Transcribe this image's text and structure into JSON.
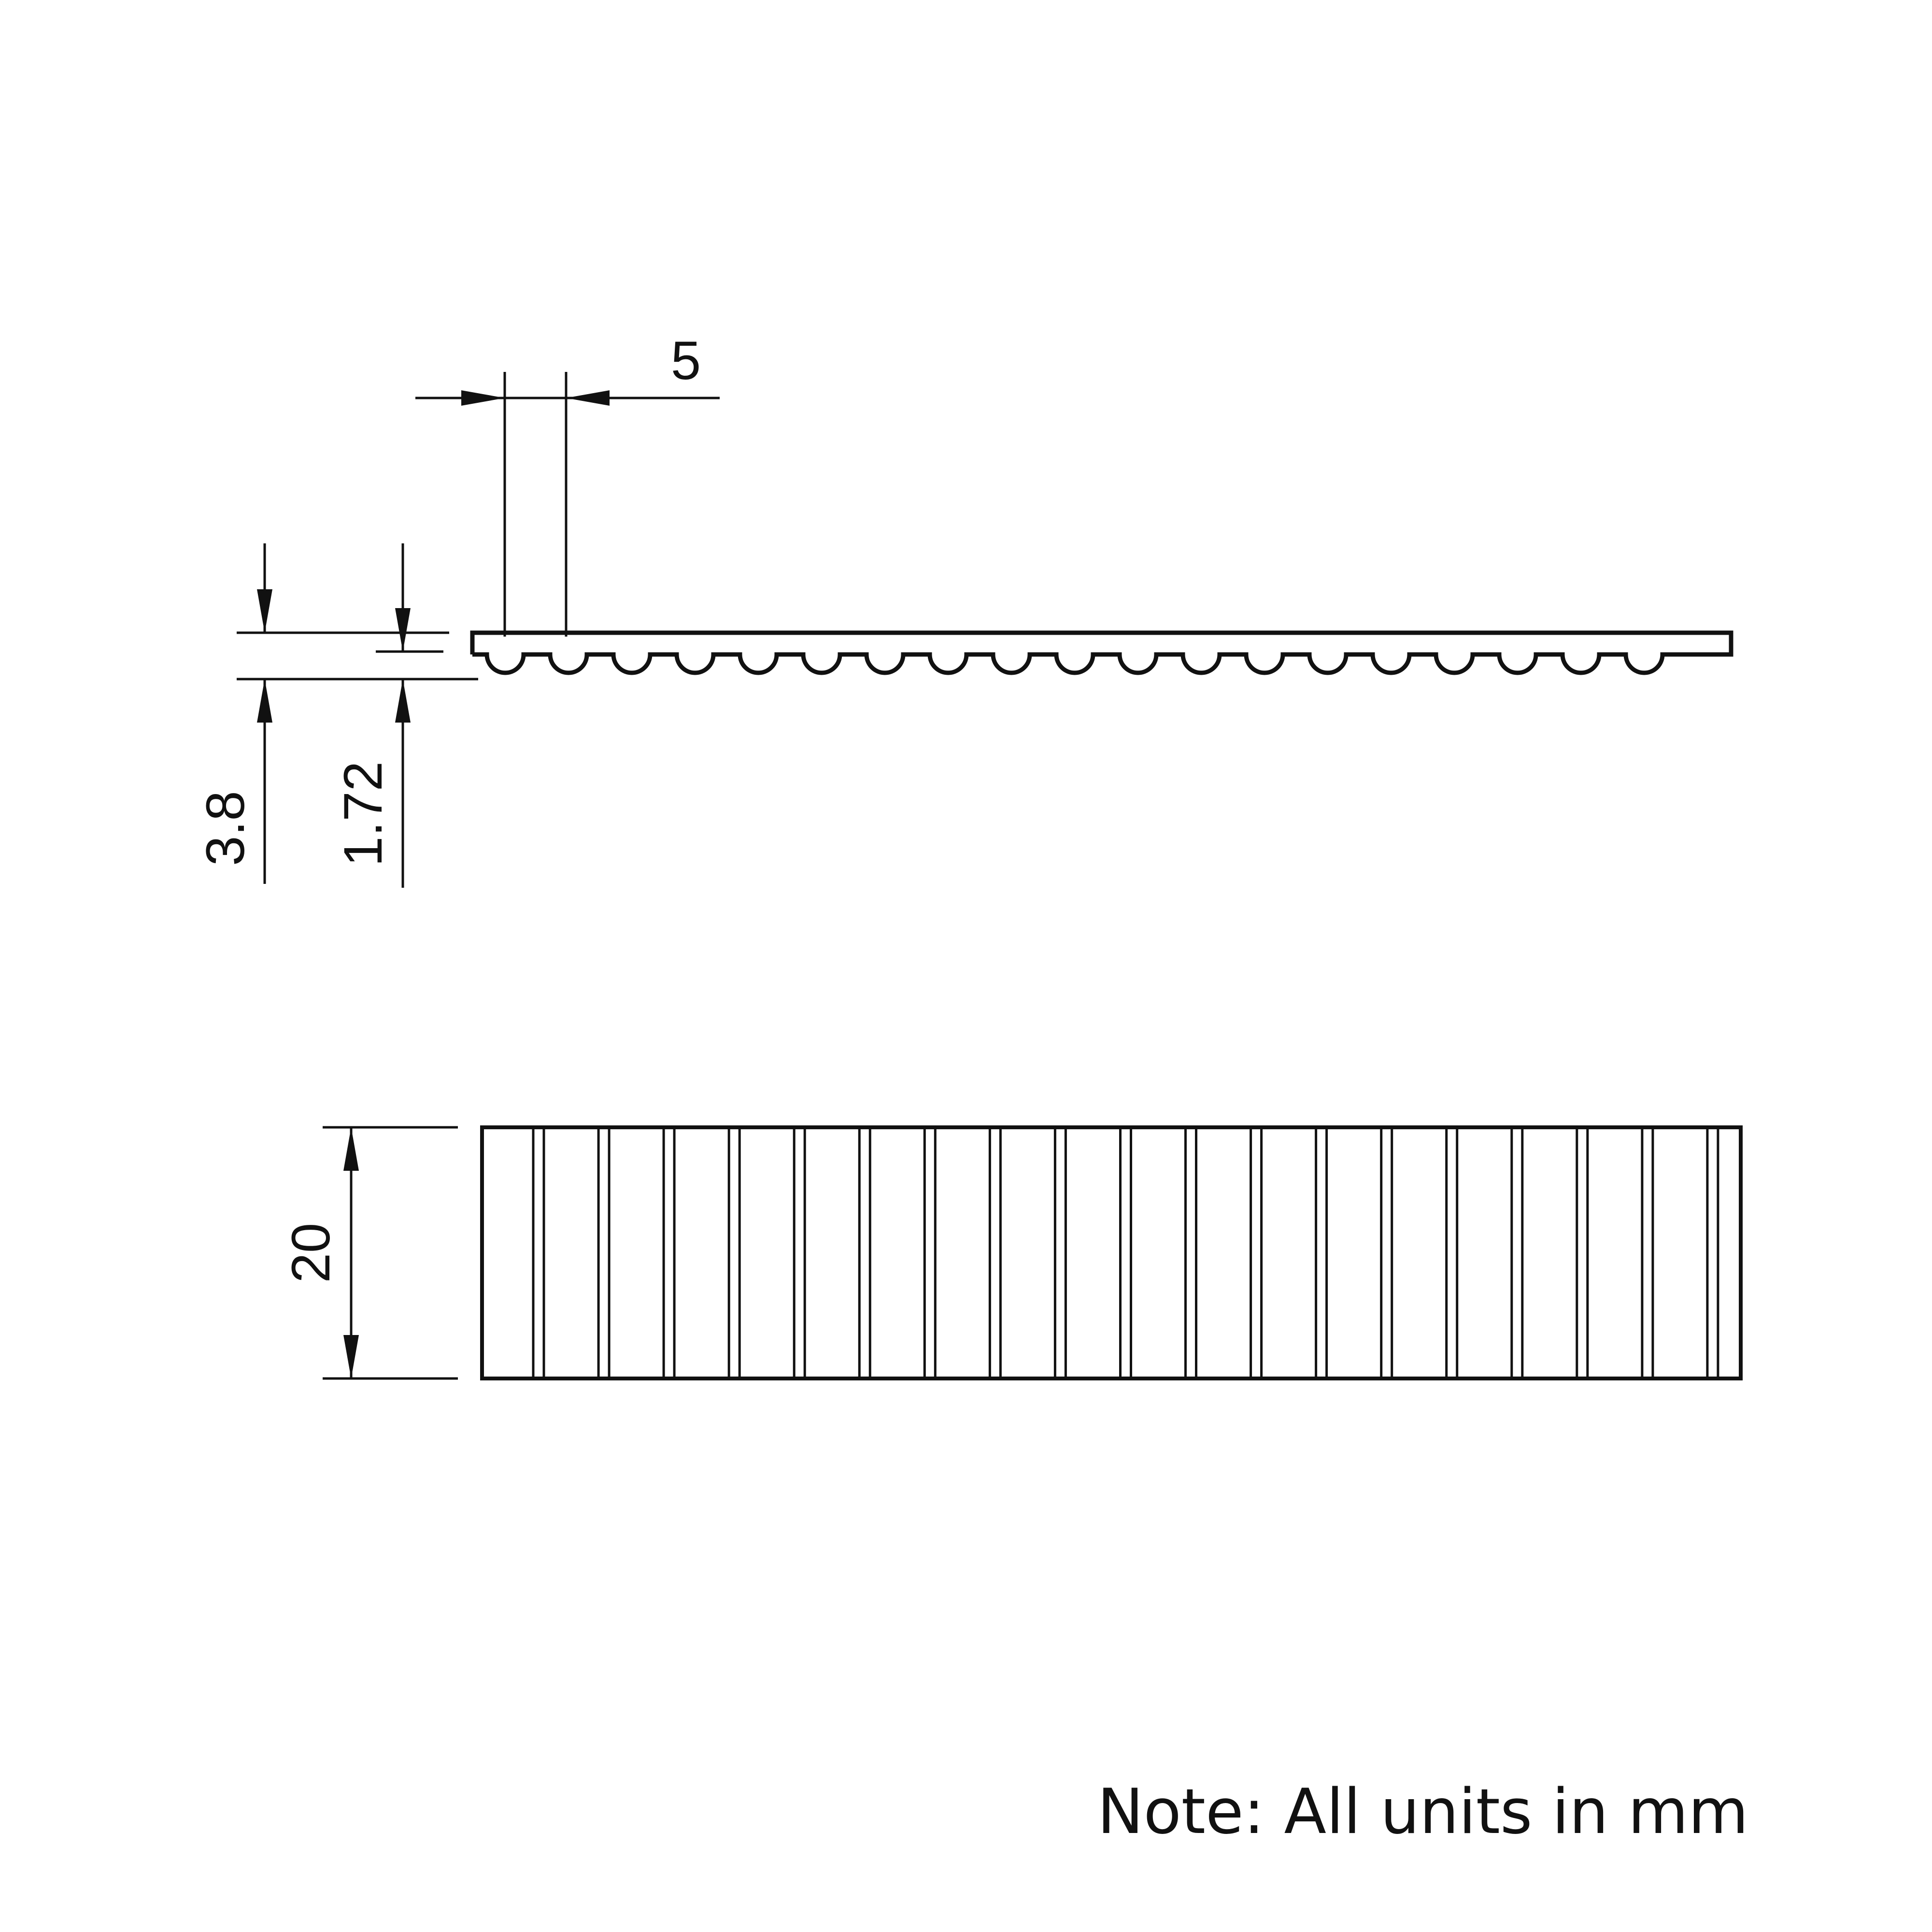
{
  "units_note": "Note: All units in mm",
  "dimensions": {
    "pitch": "5",
    "total_height": "3.8",
    "tooth_height": "1.72",
    "belt_width": "20"
  },
  "views": {
    "side_profile": {
      "tooth_count": 19
    },
    "top_view": {
      "rib_line_count": 38
    }
  },
  "colors": {
    "line": "#111111",
    "background": "#ffffff"
  }
}
